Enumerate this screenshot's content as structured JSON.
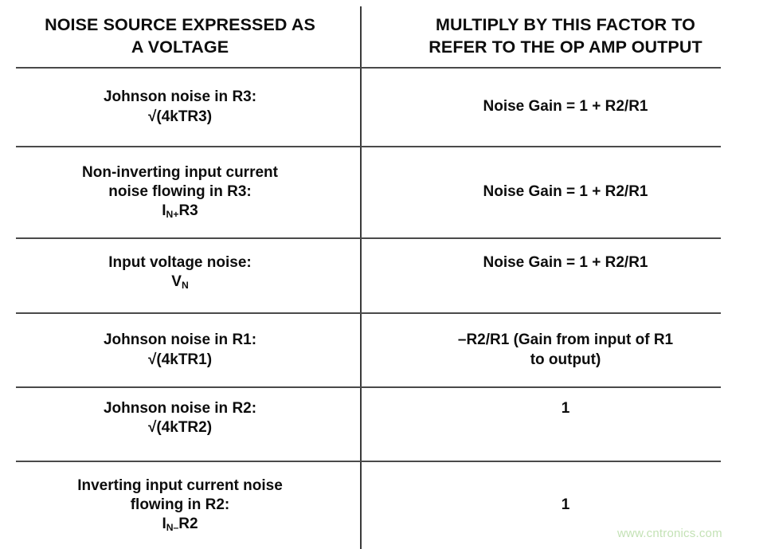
{
  "table": {
    "headers": {
      "left": {
        "line1": "NOISE SOURCE EXPRESSED AS",
        "line2": "A VOLTAGE"
      },
      "right": {
        "line1": "MULTIPLY BY THIS FACTOR TO",
        "line2": "REFER TO THE OP AMP OUTPUT"
      }
    },
    "rows": [
      {
        "source": {
          "line1": "Johnson noise in R3:",
          "line2": "√(4kTR3)"
        },
        "factor": {
          "line1": "Noise Gain = 1 + R2/R1",
          "line2": ""
        }
      },
      {
        "source": {
          "line1": "Non-inverting input current",
          "line2": "noise flowing in R3:",
          "line3_pre": "I",
          "line3_sub": "N+",
          "line3_post": "R3"
        },
        "factor": {
          "line1": "Noise Gain = 1 + R2/R1",
          "line2": ""
        }
      },
      {
        "source": {
          "line1": "Input voltage noise:",
          "line2_pre": "V",
          "line2_sub": "N",
          "line2_post": ""
        },
        "factor": {
          "line1": "Noise Gain = 1 + R2/R1",
          "line2": ""
        }
      },
      {
        "source": {
          "line1": "Johnson noise in R1:",
          "line2": "√(4kTR1)"
        },
        "factor": {
          "line1": "–R2/R1 (Gain from input of R1",
          "line2": "to output)"
        }
      },
      {
        "source": {
          "line1": "Johnson noise in R2:",
          "line2": "√(4kTR2)"
        },
        "factor": {
          "line1": "1",
          "line2": ""
        }
      },
      {
        "source": {
          "line1": "Inverting input current noise",
          "line2": "flowing in R2:",
          "line3_pre": "I",
          "line3_sub": "N–",
          "line3_post": "R2"
        },
        "factor": {
          "line1": "1",
          "line2": ""
        }
      }
    ]
  },
  "watermark": {
    "text": "www.cntronics.com",
    "color": "#c4e2b6"
  },
  "colors": {
    "rule": "#4a4a4a",
    "text": "#0d0d0d",
    "background": "#ffffff"
  }
}
